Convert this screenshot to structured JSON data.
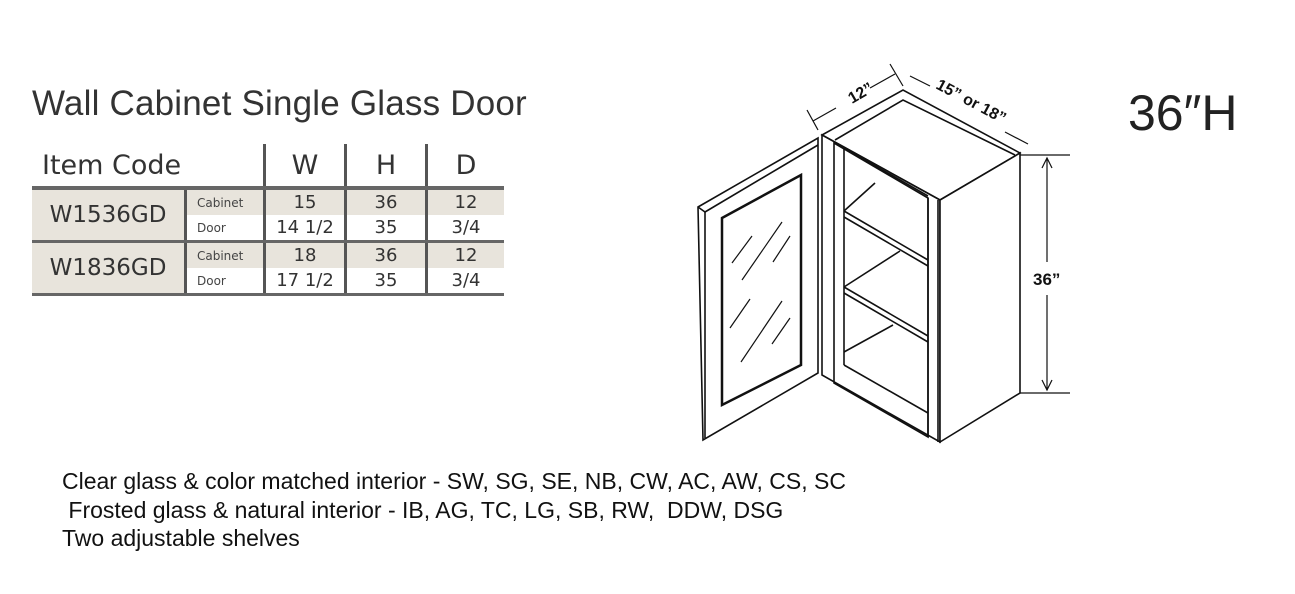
{
  "title": "Wall Cabinet Single Glass Door",
  "height_label": "36″H",
  "table": {
    "headers": {
      "item_code": "Item  Code",
      "w": "W",
      "h": "H",
      "d": "D"
    },
    "rows": [
      {
        "code": "W1536GD",
        "cabinet_label": "Cabinet",
        "door_label": "Door",
        "cabinet": {
          "w": "15",
          "h": "36",
          "d": "12"
        },
        "door": {
          "w": "14 1/2",
          "h": "35",
          "d": "3/4"
        }
      },
      {
        "code": "W1836GD",
        "cabinet_label": "Cabinet",
        "door_label": "Door",
        "cabinet": {
          "w": "18",
          "h": "36",
          "d": "12"
        },
        "door": {
          "w": "17 1/2",
          "h": "35",
          "d": "3/4"
        }
      }
    ]
  },
  "diagram": {
    "depth": "12”",
    "width": "15” or 18”",
    "height": "36”"
  },
  "notes": [
    "Clear glass & color matched interior - SW, SG, SE, NB, CW, AC, AW, CS, SC",
    " Frosted glass & natural interior - IB, AG, TC, LG, SB, RW,  DDW, DSG",
    "Two adjustable shelves"
  ]
}
